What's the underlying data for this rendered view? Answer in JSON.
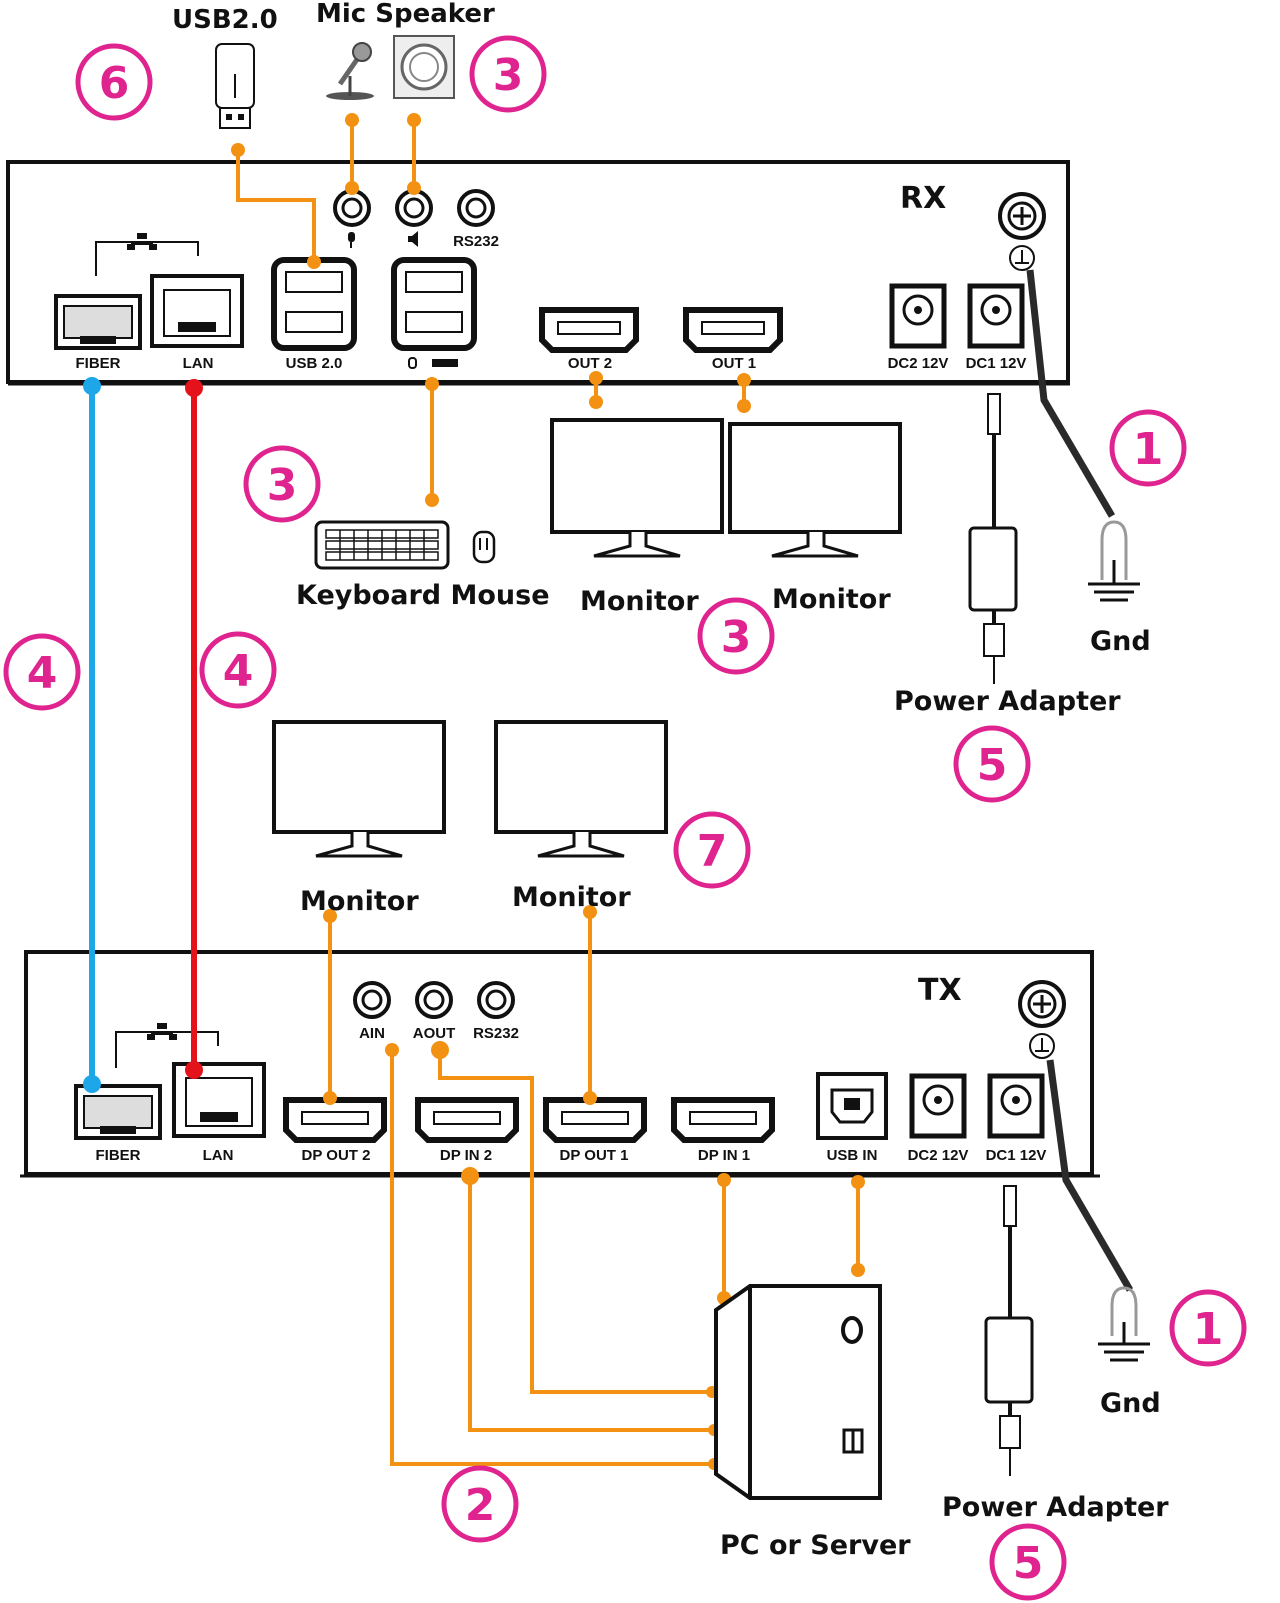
{
  "colors": {
    "orange": "#f39212",
    "blue": "#1ea7e8",
    "red": "#e3121b",
    "magenta": "#e0248f",
    "ink": "#111111",
    "cable": "#2a2a2a"
  },
  "units": {
    "rx": "RX",
    "tx": "TX"
  },
  "rx_ports": {
    "fiber": "FIBER",
    "lan": "LAN",
    "usb": "USB 2.0",
    "rs232": "RS232",
    "out2": "OUT 2",
    "out1": "OUT 1",
    "dc2": "DC2  12V",
    "dc1": "DC1  12V"
  },
  "tx_ports": {
    "ain": "AIN",
    "aout": "AOUT",
    "rs232": "RS232",
    "fiber": "FIBER",
    "lan": "LAN",
    "dp_out2": "DP OUT 2",
    "dp_in2": "DP IN 2",
    "dp_out1": "DP OUT 1",
    "dp_in1": "DP IN 1",
    "usb_in": "USB IN",
    "dc2": "DC2  12V",
    "dc1": "DC1  12V"
  },
  "labels": {
    "usb20": "USB2.0",
    "mic_speaker": "Mic Speaker",
    "keyboard_mouse": "Keyboard  Mouse",
    "monitor": "Monitor",
    "gnd": "Gnd",
    "power_adapter": "Power Adapter",
    "pc_server": "PC  or Server"
  },
  "callouts": {
    "n1": "1",
    "n2": "2",
    "n3": "3",
    "n4": "4",
    "n5": "5",
    "n6": "6",
    "n7": "7"
  }
}
